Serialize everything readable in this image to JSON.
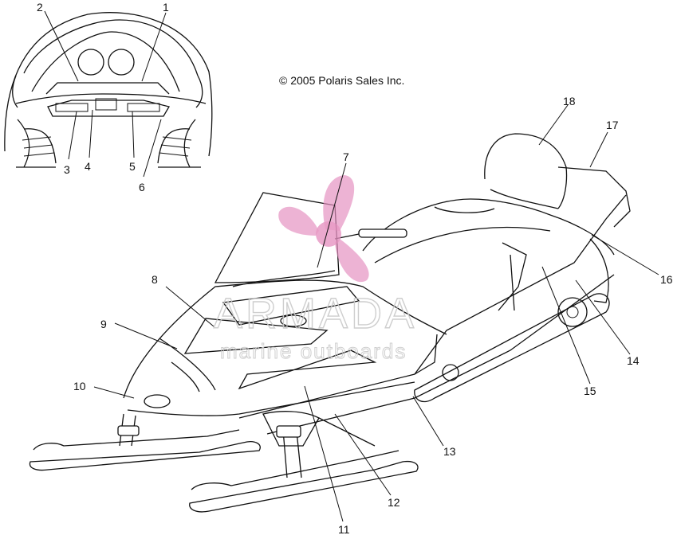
{
  "copyright": "© 2005 Polaris Sales Inc.",
  "watermark": {
    "brand": "ARMADA",
    "tagline": "marine outboards",
    "logo_color": "#e58fc0"
  },
  "callouts": [
    "1",
    "2",
    "3",
    "4",
    "5",
    "6",
    "7",
    "8",
    "9",
    "10",
    "11",
    "12",
    "13",
    "14",
    "15",
    "16",
    "17",
    "18"
  ]
}
